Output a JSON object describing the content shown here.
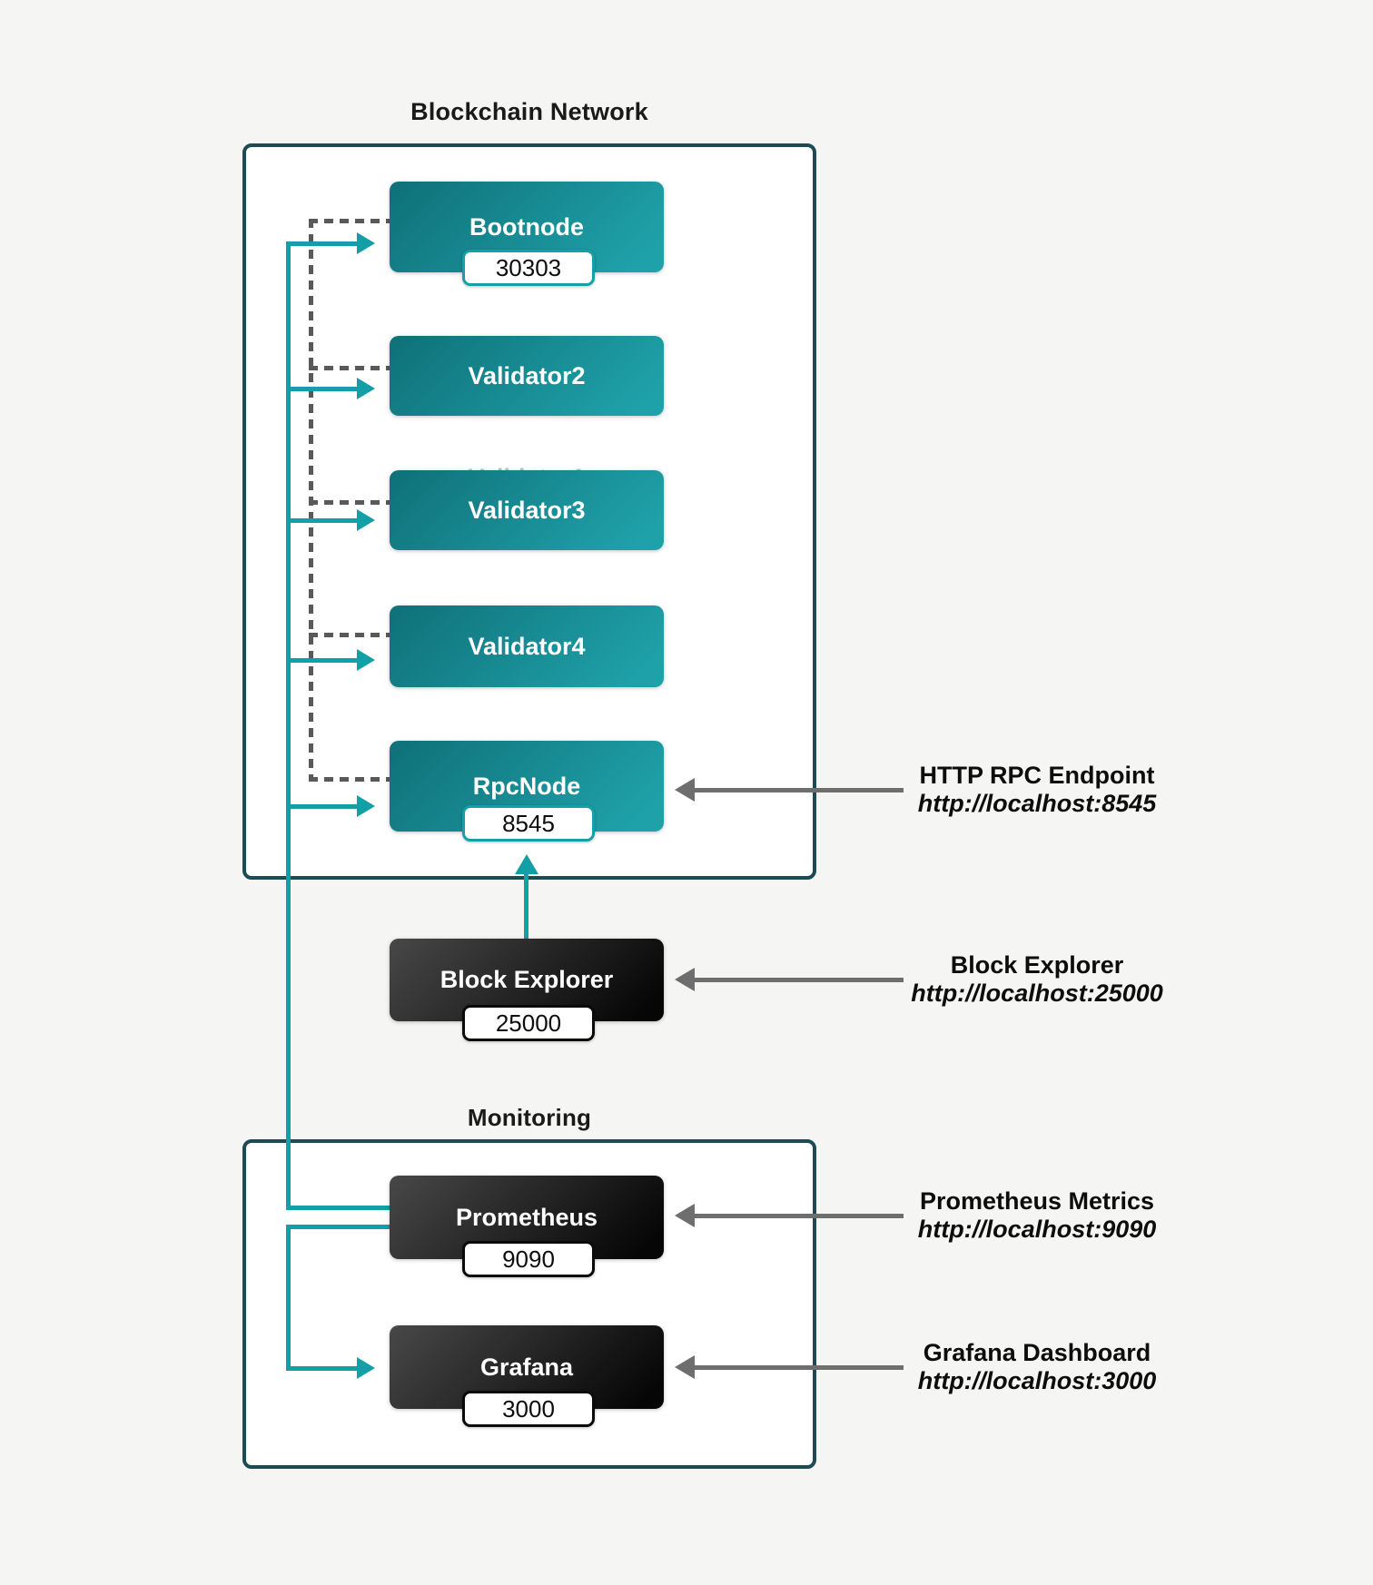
{
  "colors": {
    "background": "#f5f5f4",
    "container_border": "#1d4b54",
    "node_teal_gradient_start": "#0f7078",
    "node_teal_gradient_end": "#1fa1a9",
    "node_dark_gradient_start": "#484848",
    "node_dark_gradient_end": "#060606",
    "teal_line": "#12a0a6",
    "dashed_line": "#595959",
    "gray_arrow": "#6e6e6e"
  },
  "blockchain_network": {
    "title": "Blockchain Network",
    "hidden_node_label": "Validator1",
    "nodes": [
      {
        "label": "Bootnode",
        "port": "30303"
      },
      {
        "label": "Validator2"
      },
      {
        "label": "Validator3"
      },
      {
        "label": "Validator4"
      },
      {
        "label": "RpcNode",
        "port": "8545"
      }
    ]
  },
  "block_explorer": {
    "label": "Block Explorer",
    "port": "25000"
  },
  "monitoring": {
    "title": "Monitoring",
    "nodes": [
      {
        "label": "Prometheus",
        "port": "9090"
      },
      {
        "label": "Grafana",
        "port": "3000"
      }
    ]
  },
  "annotations": [
    {
      "title": "HTTP RPC Endpoint",
      "url": "http://localhost:8545"
    },
    {
      "title": "Block Explorer",
      "url": "http://localhost:25000"
    },
    {
      "title": "Prometheus Metrics",
      "url": "http://localhost:9090"
    },
    {
      "title": "Grafana Dashboard",
      "url": "http://localhost:3000"
    }
  ]
}
